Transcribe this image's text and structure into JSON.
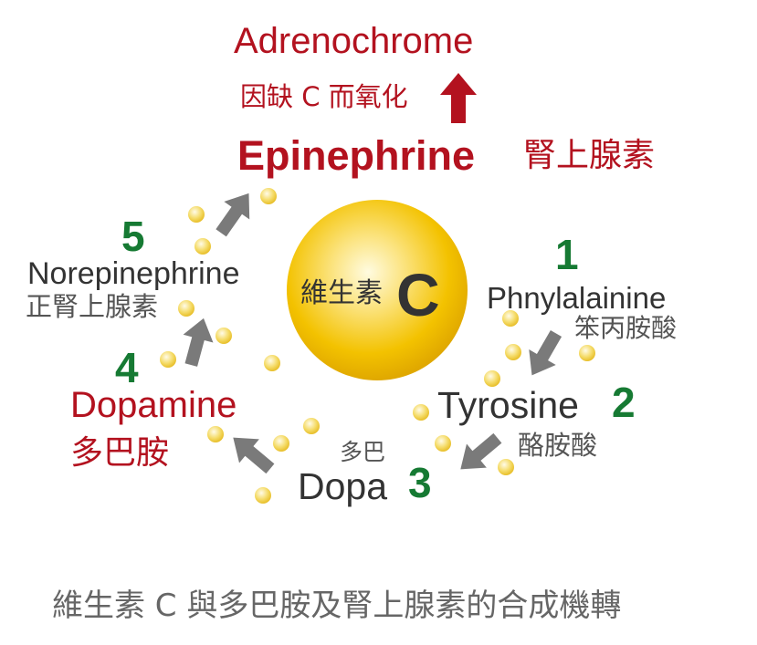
{
  "center": {
    "label_cn": "維生素",
    "label_letter": "C"
  },
  "top": {
    "adrenochrome": "Adrenochrome",
    "oxidation_note": "因缺 C 而氧化",
    "epinephrine": "Epinephrine",
    "epinephrine_cn": "腎上腺素"
  },
  "steps": [
    {
      "number": "1",
      "name": "Phnylalainine",
      "name_cn": "笨丙胺酸"
    },
    {
      "number": "2",
      "name": "Tyrosine",
      "name_cn": "酪胺酸"
    },
    {
      "number": "3",
      "name": "Dopa",
      "name_cn": "多巴"
    },
    {
      "number": "4",
      "name": "Dopamine",
      "name_cn": "多巴胺"
    },
    {
      "number": "5",
      "name": "Norepinephrine",
      "name_cn": "正腎上腺素"
    }
  ],
  "caption": "維生素 C 與多巴胺及腎上腺素的合成機轉",
  "colors": {
    "red": "#b3121f",
    "green": "#167a33",
    "arrow_grey": "#7a7a7a",
    "sphere_yellow": "#f5c400",
    "dot_yellow": "#f2d24a"
  }
}
